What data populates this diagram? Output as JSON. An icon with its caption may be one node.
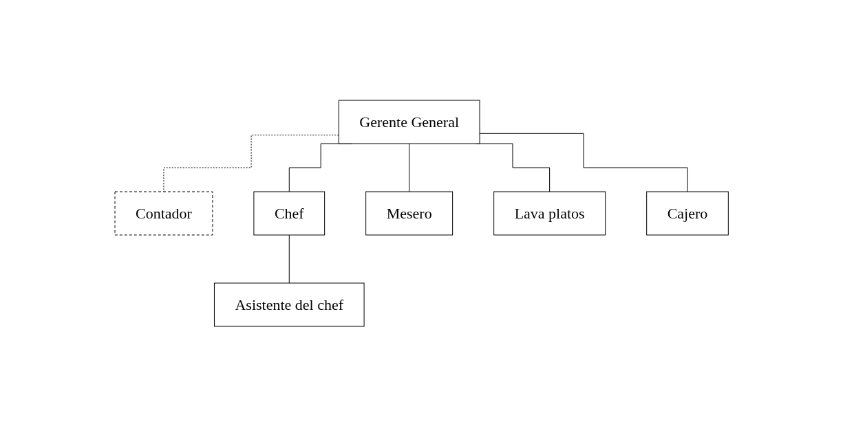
{
  "diagram": {
    "nodes": [
      {
        "text": [
          "Gerente General"
        ]
      },
      {
        "text": [
          "Contador"
        ]
      },
      {
        "text": [
          "Chef"
        ]
      },
      {
        "text": [
          "Mesero"
        ]
      },
      {
        "text": [
          "Lava platos"
        ]
      },
      {
        "text": [
          "Cajero"
        ]
      },
      {
        "text": [
          "Asistente del chef"
        ]
      }
    ],
    "edges": [
      {
        "from": 0,
        "to": 1,
        "arrow": "none",
        "style": "dashed"
      },
      {
        "from": 0,
        "to": 2,
        "arrow": "none"
      },
      {
        "from": 0,
        "to": 3,
        "arrow": "none"
      },
      {
        "from": 0,
        "to": 4,
        "arrow": "none"
      },
      {
        "from": 0,
        "to": 5,
        "arrow": "none"
      },
      {
        "from": 2,
        "to": 6,
        "arrow": "none"
      }
    ]
  }
}
